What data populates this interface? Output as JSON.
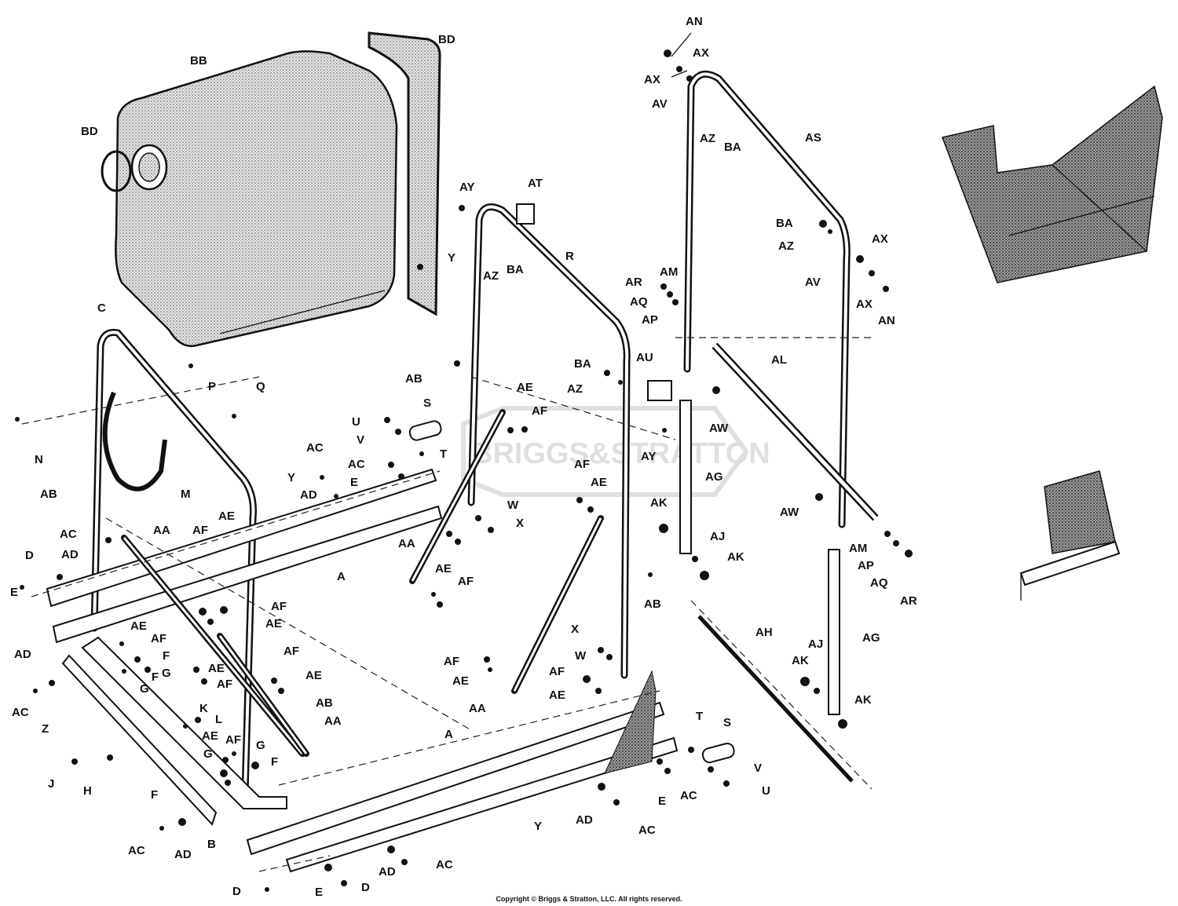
{
  "callouts": [
    {
      "id": "BB",
      "text": "BB"
    },
    {
      "id": "BD1",
      "text": "BD"
    },
    {
      "id": "BD2",
      "text": "BD"
    },
    {
      "id": "AN1",
      "text": "AN"
    },
    {
      "id": "AX1",
      "text": "AX"
    },
    {
      "id": "AX2",
      "text": "AX"
    },
    {
      "id": "AV1",
      "text": "AV"
    },
    {
      "id": "AZ1",
      "text": "AZ"
    },
    {
      "id": "BA1",
      "text": "BA"
    },
    {
      "id": "AS",
      "text": "AS"
    },
    {
      "id": "BA2",
      "text": "BA"
    },
    {
      "id": "AZ2",
      "text": "AZ"
    },
    {
      "id": "AX3",
      "text": "AX"
    },
    {
      "id": "AV2",
      "text": "AV"
    },
    {
      "id": "AX4",
      "text": "AX"
    },
    {
      "id": "AN2",
      "text": "AN"
    },
    {
      "id": "AY1",
      "text": "AY"
    },
    {
      "id": "AT",
      "text": "AT"
    },
    {
      "id": "Y1",
      "text": "Y"
    },
    {
      "id": "AZ3",
      "text": "AZ"
    },
    {
      "id": "BA3",
      "text": "BA"
    },
    {
      "id": "R",
      "text": "R"
    },
    {
      "id": "AR1",
      "text": "AR"
    },
    {
      "id": "AM1",
      "text": "AM"
    },
    {
      "id": "AQ1",
      "text": "AQ"
    },
    {
      "id": "AP1",
      "text": "AP"
    },
    {
      "id": "C",
      "text": "C"
    },
    {
      "id": "P",
      "text": "P"
    },
    {
      "id": "Q",
      "text": "Q"
    },
    {
      "id": "AB1",
      "text": "AB"
    },
    {
      "id": "BA4",
      "text": "BA"
    },
    {
      "id": "AZ4",
      "text": "AZ"
    },
    {
      "id": "AU",
      "text": "AU"
    },
    {
      "id": "AL",
      "text": "AL"
    },
    {
      "id": "AE1",
      "text": "AE"
    },
    {
      "id": "AF1",
      "text": "AF"
    },
    {
      "id": "AW1",
      "text": "AW"
    },
    {
      "id": "U1",
      "text": "U"
    },
    {
      "id": "S1",
      "text": "S"
    },
    {
      "id": "V1",
      "text": "V"
    },
    {
      "id": "T1",
      "text": "T"
    },
    {
      "id": "AY2",
      "text": "AY"
    },
    {
      "id": "N",
      "text": "N"
    },
    {
      "id": "AC1",
      "text": "AC"
    },
    {
      "id": "AC2",
      "text": "AC"
    },
    {
      "id": "E1",
      "text": "E"
    },
    {
      "id": "AG1",
      "text": "AG"
    },
    {
      "id": "AF2",
      "text": "AF"
    },
    {
      "id": "AE2",
      "text": "AE"
    },
    {
      "id": "AB2",
      "text": "AB"
    },
    {
      "id": "M",
      "text": "M"
    },
    {
      "id": "Y2",
      "text": "Y"
    },
    {
      "id": "AD1",
      "text": "AD"
    },
    {
      "id": "W1",
      "text": "W"
    },
    {
      "id": "X1",
      "text": "X"
    },
    {
      "id": "AK1",
      "text": "AK"
    },
    {
      "id": "AW2",
      "text": "AW"
    },
    {
      "id": "AC3",
      "text": "AC"
    },
    {
      "id": "AA1",
      "text": "AA"
    },
    {
      "id": "AD2",
      "text": "AD"
    },
    {
      "id": "AA2",
      "text": "AA"
    },
    {
      "id": "AJ1",
      "text": "AJ"
    },
    {
      "id": "AK2",
      "text": "AK"
    },
    {
      "id": "AM2",
      "text": "AM"
    },
    {
      "id": "AP2",
      "text": "AP"
    },
    {
      "id": "AQ2",
      "text": "AQ"
    },
    {
      "id": "AR2",
      "text": "AR"
    },
    {
      "id": "D1",
      "text": "D"
    },
    {
      "id": "E2",
      "text": "E"
    },
    {
      "id": "AF3",
      "text": "AF"
    },
    {
      "id": "AE3",
      "text": "AE"
    },
    {
      "id": "A1",
      "text": "A"
    },
    {
      "id": "AE4",
      "text": "AE"
    },
    {
      "id": "AF4",
      "text": "AF"
    },
    {
      "id": "AB3",
      "text": "AB"
    },
    {
      "id": "AF5",
      "text": "AF"
    },
    {
      "id": "AE5",
      "text": "AE"
    },
    {
      "id": "AE6",
      "text": "AE"
    },
    {
      "id": "AF6",
      "text": "AF"
    },
    {
      "id": "F1",
      "text": "F"
    },
    {
      "id": "G1",
      "text": "G"
    },
    {
      "id": "F2",
      "text": "F"
    },
    {
      "id": "G2",
      "text": "G"
    },
    {
      "id": "AE7",
      "text": "AE"
    },
    {
      "id": "AF7",
      "text": "AF"
    },
    {
      "id": "AF8",
      "text": "AF"
    },
    {
      "id": "AE8",
      "text": "AE"
    },
    {
      "id": "AD3",
      "text": "AD"
    },
    {
      "id": "AC4",
      "text": "AC"
    },
    {
      "id": "Z",
      "text": "Z"
    },
    {
      "id": "X2",
      "text": "X"
    },
    {
      "id": "W2",
      "text": "W"
    },
    {
      "id": "AH",
      "text": "AH"
    },
    {
      "id": "AF9",
      "text": "AF"
    },
    {
      "id": "AE9",
      "text": "AE"
    },
    {
      "id": "AF10",
      "text": "AF"
    },
    {
      "id": "AE10",
      "text": "AE"
    },
    {
      "id": "AJ2",
      "text": "AJ"
    },
    {
      "id": "AK3",
      "text": "AK"
    },
    {
      "id": "AG2",
      "text": "AG"
    },
    {
      "id": "AK4",
      "text": "AK"
    },
    {
      "id": "AB4",
      "text": "AB"
    },
    {
      "id": "AA3",
      "text": "AA"
    },
    {
      "id": "AA4",
      "text": "AA"
    },
    {
      "id": "K",
      "text": "K"
    },
    {
      "id": "L",
      "text": "L"
    },
    {
      "id": "AE11",
      "text": "AE"
    },
    {
      "id": "AF11",
      "text": "AF"
    },
    {
      "id": "G3",
      "text": "G"
    },
    {
      "id": "G4",
      "text": "G"
    },
    {
      "id": "F3",
      "text": "F"
    },
    {
      "id": "J",
      "text": "J"
    },
    {
      "id": "H",
      "text": "H"
    },
    {
      "id": "F4",
      "text": "F"
    },
    {
      "id": "A2",
      "text": "A"
    },
    {
      "id": "T2",
      "text": "T"
    },
    {
      "id": "S2",
      "text": "S"
    },
    {
      "id": "V2",
      "text": "V"
    },
    {
      "id": "U2",
      "text": "U"
    },
    {
      "id": "E3",
      "text": "E"
    },
    {
      "id": "AC5",
      "text": "AC"
    },
    {
      "id": "AD4",
      "text": "AD"
    },
    {
      "id": "AC6",
      "text": "AC"
    },
    {
      "id": "Y3",
      "text": "Y"
    },
    {
      "id": "AC7",
      "text": "AC"
    },
    {
      "id": "AD5",
      "text": "AD"
    },
    {
      "id": "B",
      "text": "B"
    },
    {
      "id": "AD6",
      "text": "AD"
    },
    {
      "id": "AC8",
      "text": "AC"
    },
    {
      "id": "E4",
      "text": "E"
    },
    {
      "id": "D2",
      "text": "D"
    },
    {
      "id": "D3",
      "text": "D"
    }
  ],
  "watermark": "BRIGGS&STRATTON",
  "copyright": "Copyright © Briggs & Stratton, LLC. All rights reserved."
}
